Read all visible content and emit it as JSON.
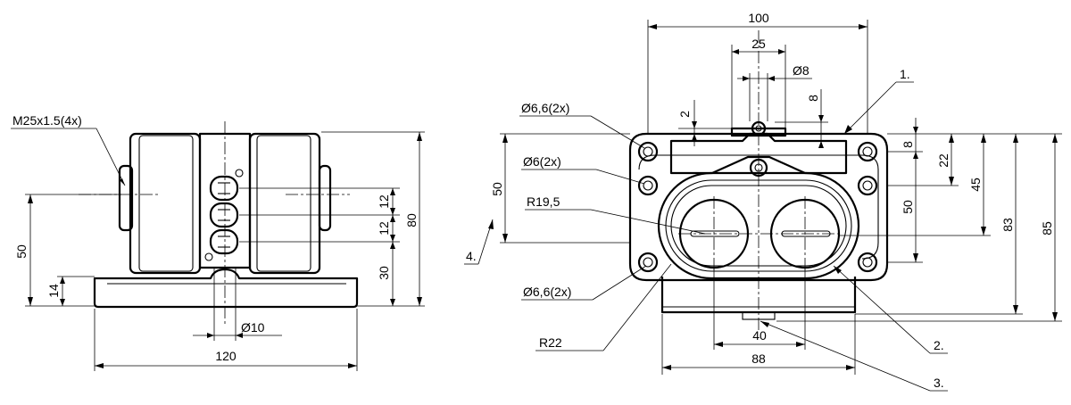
{
  "side_view": {
    "thread_callout": "M25x1.5(4x)",
    "dim_height_total": "80",
    "dim_center_height": "50",
    "dim_base_thickness": "14",
    "dim_lower_hole": "30",
    "dim_pitch_a": "12",
    "dim_pitch_b": "12",
    "dim_hole_diameter": "Ø10",
    "dim_width": "120"
  },
  "front_view": {
    "dim_width_top": "100",
    "dim_slot_width": "25",
    "dim_pin_diameter": "Ø8",
    "dim_pin_height": "8",
    "dim_gap": "2",
    "dim_hole_top": "Ø6,6(2x)",
    "dim_hole_mid": "Ø6(2x)",
    "dim_hole_bottom": "Ø6,6(2x)",
    "dim_radius_inner": "R19,5",
    "dim_radius_outer": "R22",
    "dim_left_pitch": "50",
    "dim_right_8": "8",
    "dim_right_22": "22",
    "dim_right_45": "45",
    "dim_right_50": "50",
    "dim_right_83": "83",
    "dim_right_85": "85",
    "dim_bottom_40": "40",
    "dim_bottom_88": "88",
    "callout_1": "1.",
    "callout_2": "2.",
    "callout_3": "3.",
    "callout_4": "4."
  }
}
